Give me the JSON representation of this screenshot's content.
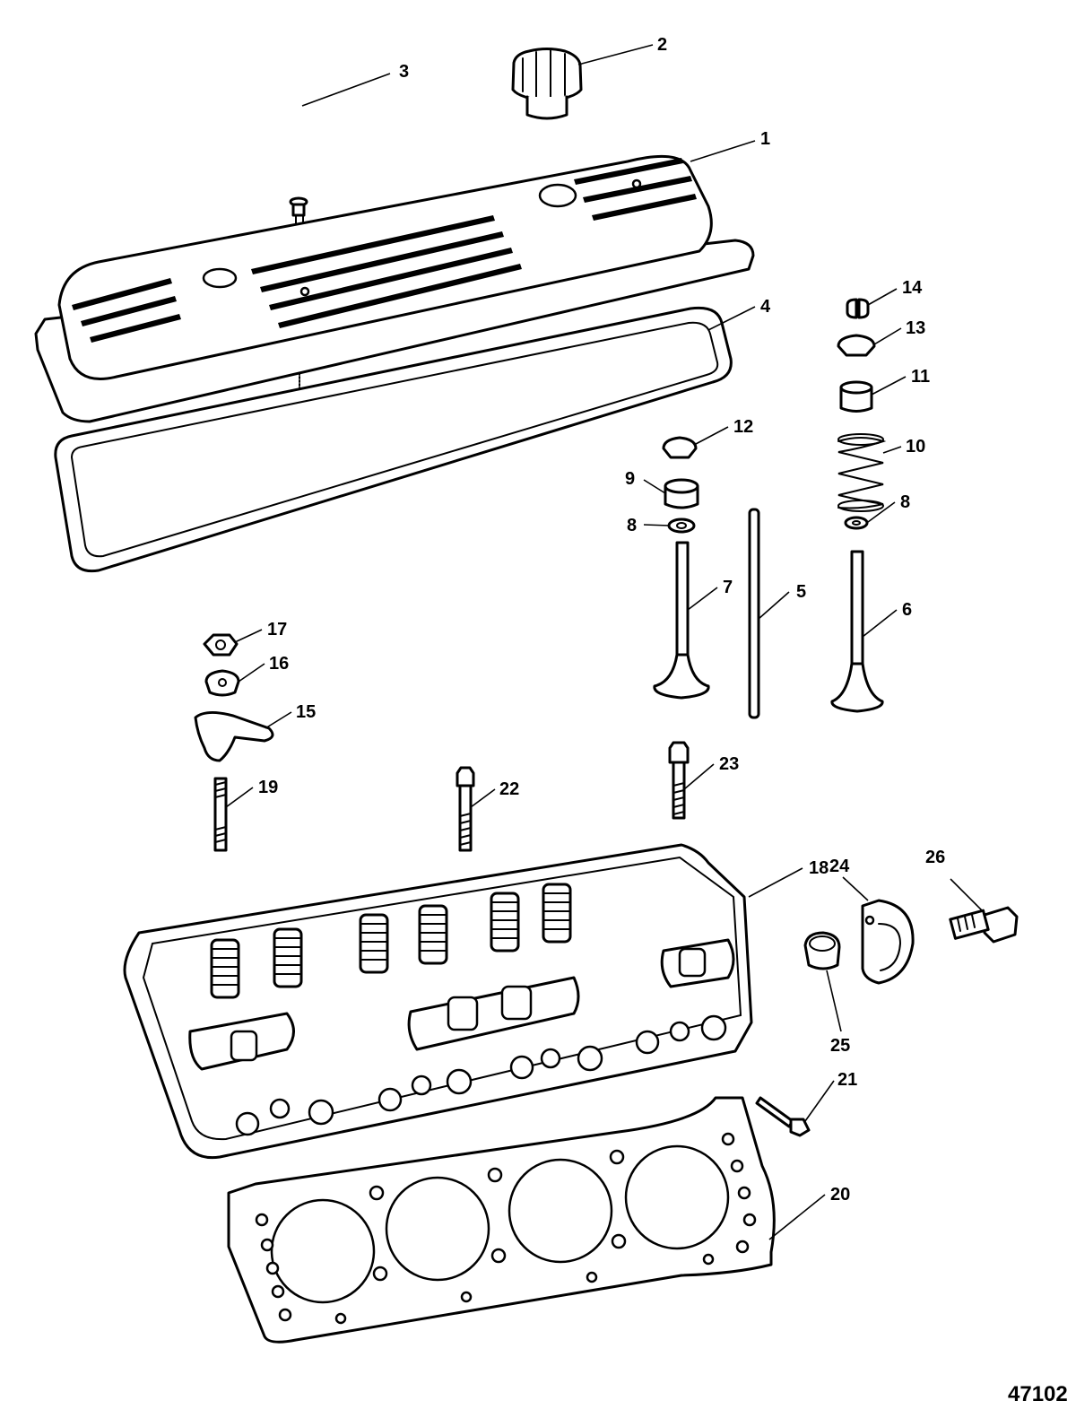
{
  "figure_id": "47102",
  "callouts": [
    {
      "id": "c1",
      "label": "1"
    },
    {
      "id": "c2",
      "label": "2"
    },
    {
      "id": "c3",
      "label": "3"
    },
    {
      "id": "c4",
      "label": "4"
    },
    {
      "id": "c5",
      "label": "5"
    },
    {
      "id": "c6",
      "label": "6"
    },
    {
      "id": "c7",
      "label": "7"
    },
    {
      "id": "c8a",
      "label": "8"
    },
    {
      "id": "c8b",
      "label": "8"
    },
    {
      "id": "c9",
      "label": "9"
    },
    {
      "id": "c10",
      "label": "10"
    },
    {
      "id": "c11",
      "label": "11"
    },
    {
      "id": "c12",
      "label": "12"
    },
    {
      "id": "c13",
      "label": "13"
    },
    {
      "id": "c14",
      "label": "14"
    },
    {
      "id": "c15",
      "label": "15"
    },
    {
      "id": "c16",
      "label": "16"
    },
    {
      "id": "c17",
      "label": "17"
    },
    {
      "id": "c18",
      "label": "18"
    },
    {
      "id": "c19",
      "label": "19"
    },
    {
      "id": "c20",
      "label": "20"
    },
    {
      "id": "c21",
      "label": "21"
    },
    {
      "id": "c22",
      "label": "22"
    },
    {
      "id": "c23",
      "label": "23"
    },
    {
      "id": "c24",
      "label": "24"
    },
    {
      "id": "c25",
      "label": "25"
    },
    {
      "id": "c26",
      "label": "26"
    }
  ]
}
